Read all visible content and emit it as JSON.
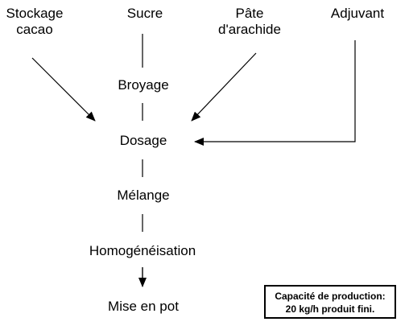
{
  "sources": {
    "stockage_line1": "Stockage",
    "stockage_line2": "cacao",
    "sucre": "Sucre",
    "pate_line1": "Pâte",
    "pate_line2": "d'arachide",
    "adjuvant": "Adjuvant"
  },
  "steps": {
    "broyage": "Broyage",
    "dosage": "Dosage",
    "melange": "Mélange",
    "homogeneisation": "Homogénéisation",
    "mise_en_pot": "Mise en pot"
  },
  "capacity": {
    "line1": "Capacité de production:",
    "line2": "20 kg/h produit fini."
  },
  "colors": {
    "stroke": "#000000",
    "background": "#ffffff"
  }
}
